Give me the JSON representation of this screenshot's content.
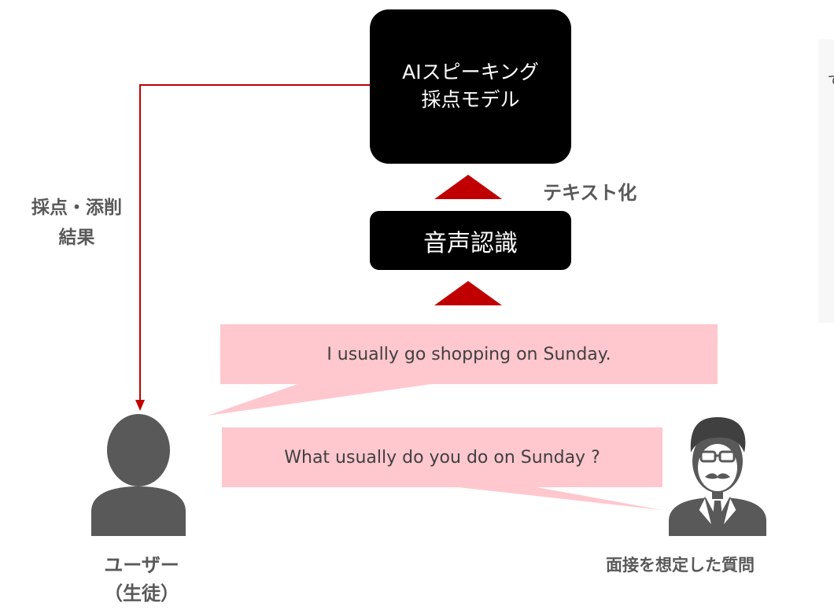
{
  "diagram": {
    "ai_model": {
      "line1": "AIスピーキング",
      "line2": "採点モデル"
    },
    "speech_recognition": "音声認識",
    "text_conversion_label": "テキスト化",
    "result_label": {
      "line1": "採点・添削",
      "line2": "結果"
    },
    "answer_bubble": "I usually go shopping on Sunday.",
    "question_bubble": "What usually do you do on Sunday ?",
    "user_label": {
      "line1": "ユーザー",
      "line2": "（生徒）"
    },
    "interviewer_label": "面接を想定した質問",
    "right_edge_text": "で"
  },
  "colors": {
    "arrow_red": "#c00000",
    "bubble_pink": "#ffc7ce",
    "figure_gray": "#595959",
    "box_black": "#000000"
  },
  "icons": {
    "user": "person-silhouette-icon",
    "interviewer": "businessman-glasses-mustache-icon"
  }
}
